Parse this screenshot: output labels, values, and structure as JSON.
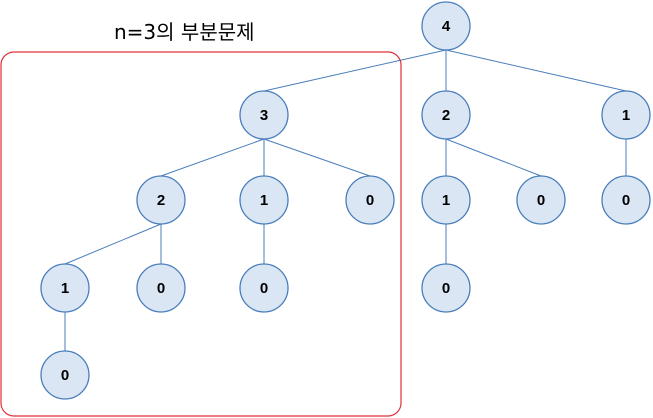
{
  "subproblem": {
    "label": "n=3의 부분문제",
    "border_color": "#e0303a"
  },
  "colors": {
    "node_fill": "#dbe6f4",
    "node_stroke": "#4a7ebb",
    "edge": "#4a7ebb"
  },
  "tree": {
    "nodes": [
      {
        "id": "a",
        "label": "4"
      },
      {
        "id": "b",
        "label": "3"
      },
      {
        "id": "c",
        "label": "2"
      },
      {
        "id": "d",
        "label": "1"
      },
      {
        "id": "e",
        "label": "2"
      },
      {
        "id": "f",
        "label": "1"
      },
      {
        "id": "g",
        "label": "0"
      },
      {
        "id": "h",
        "label": "1"
      },
      {
        "id": "i",
        "label": "0"
      },
      {
        "id": "j",
        "label": "0"
      },
      {
        "id": "k",
        "label": "1"
      },
      {
        "id": "l",
        "label": "0"
      },
      {
        "id": "m",
        "label": "0"
      },
      {
        "id": "n",
        "label": "0"
      },
      {
        "id": "o",
        "label": "0"
      }
    ],
    "edges": [
      [
        "a",
        "b"
      ],
      [
        "a",
        "c"
      ],
      [
        "a",
        "d"
      ],
      [
        "b",
        "e"
      ],
      [
        "b",
        "f"
      ],
      [
        "b",
        "g"
      ],
      [
        "c",
        "h"
      ],
      [
        "c",
        "i"
      ],
      [
        "d",
        "j"
      ],
      [
        "e",
        "k"
      ],
      [
        "e",
        "l"
      ],
      [
        "f",
        "m"
      ],
      [
        "h",
        "n"
      ],
      [
        "k",
        "o"
      ]
    ]
  }
}
